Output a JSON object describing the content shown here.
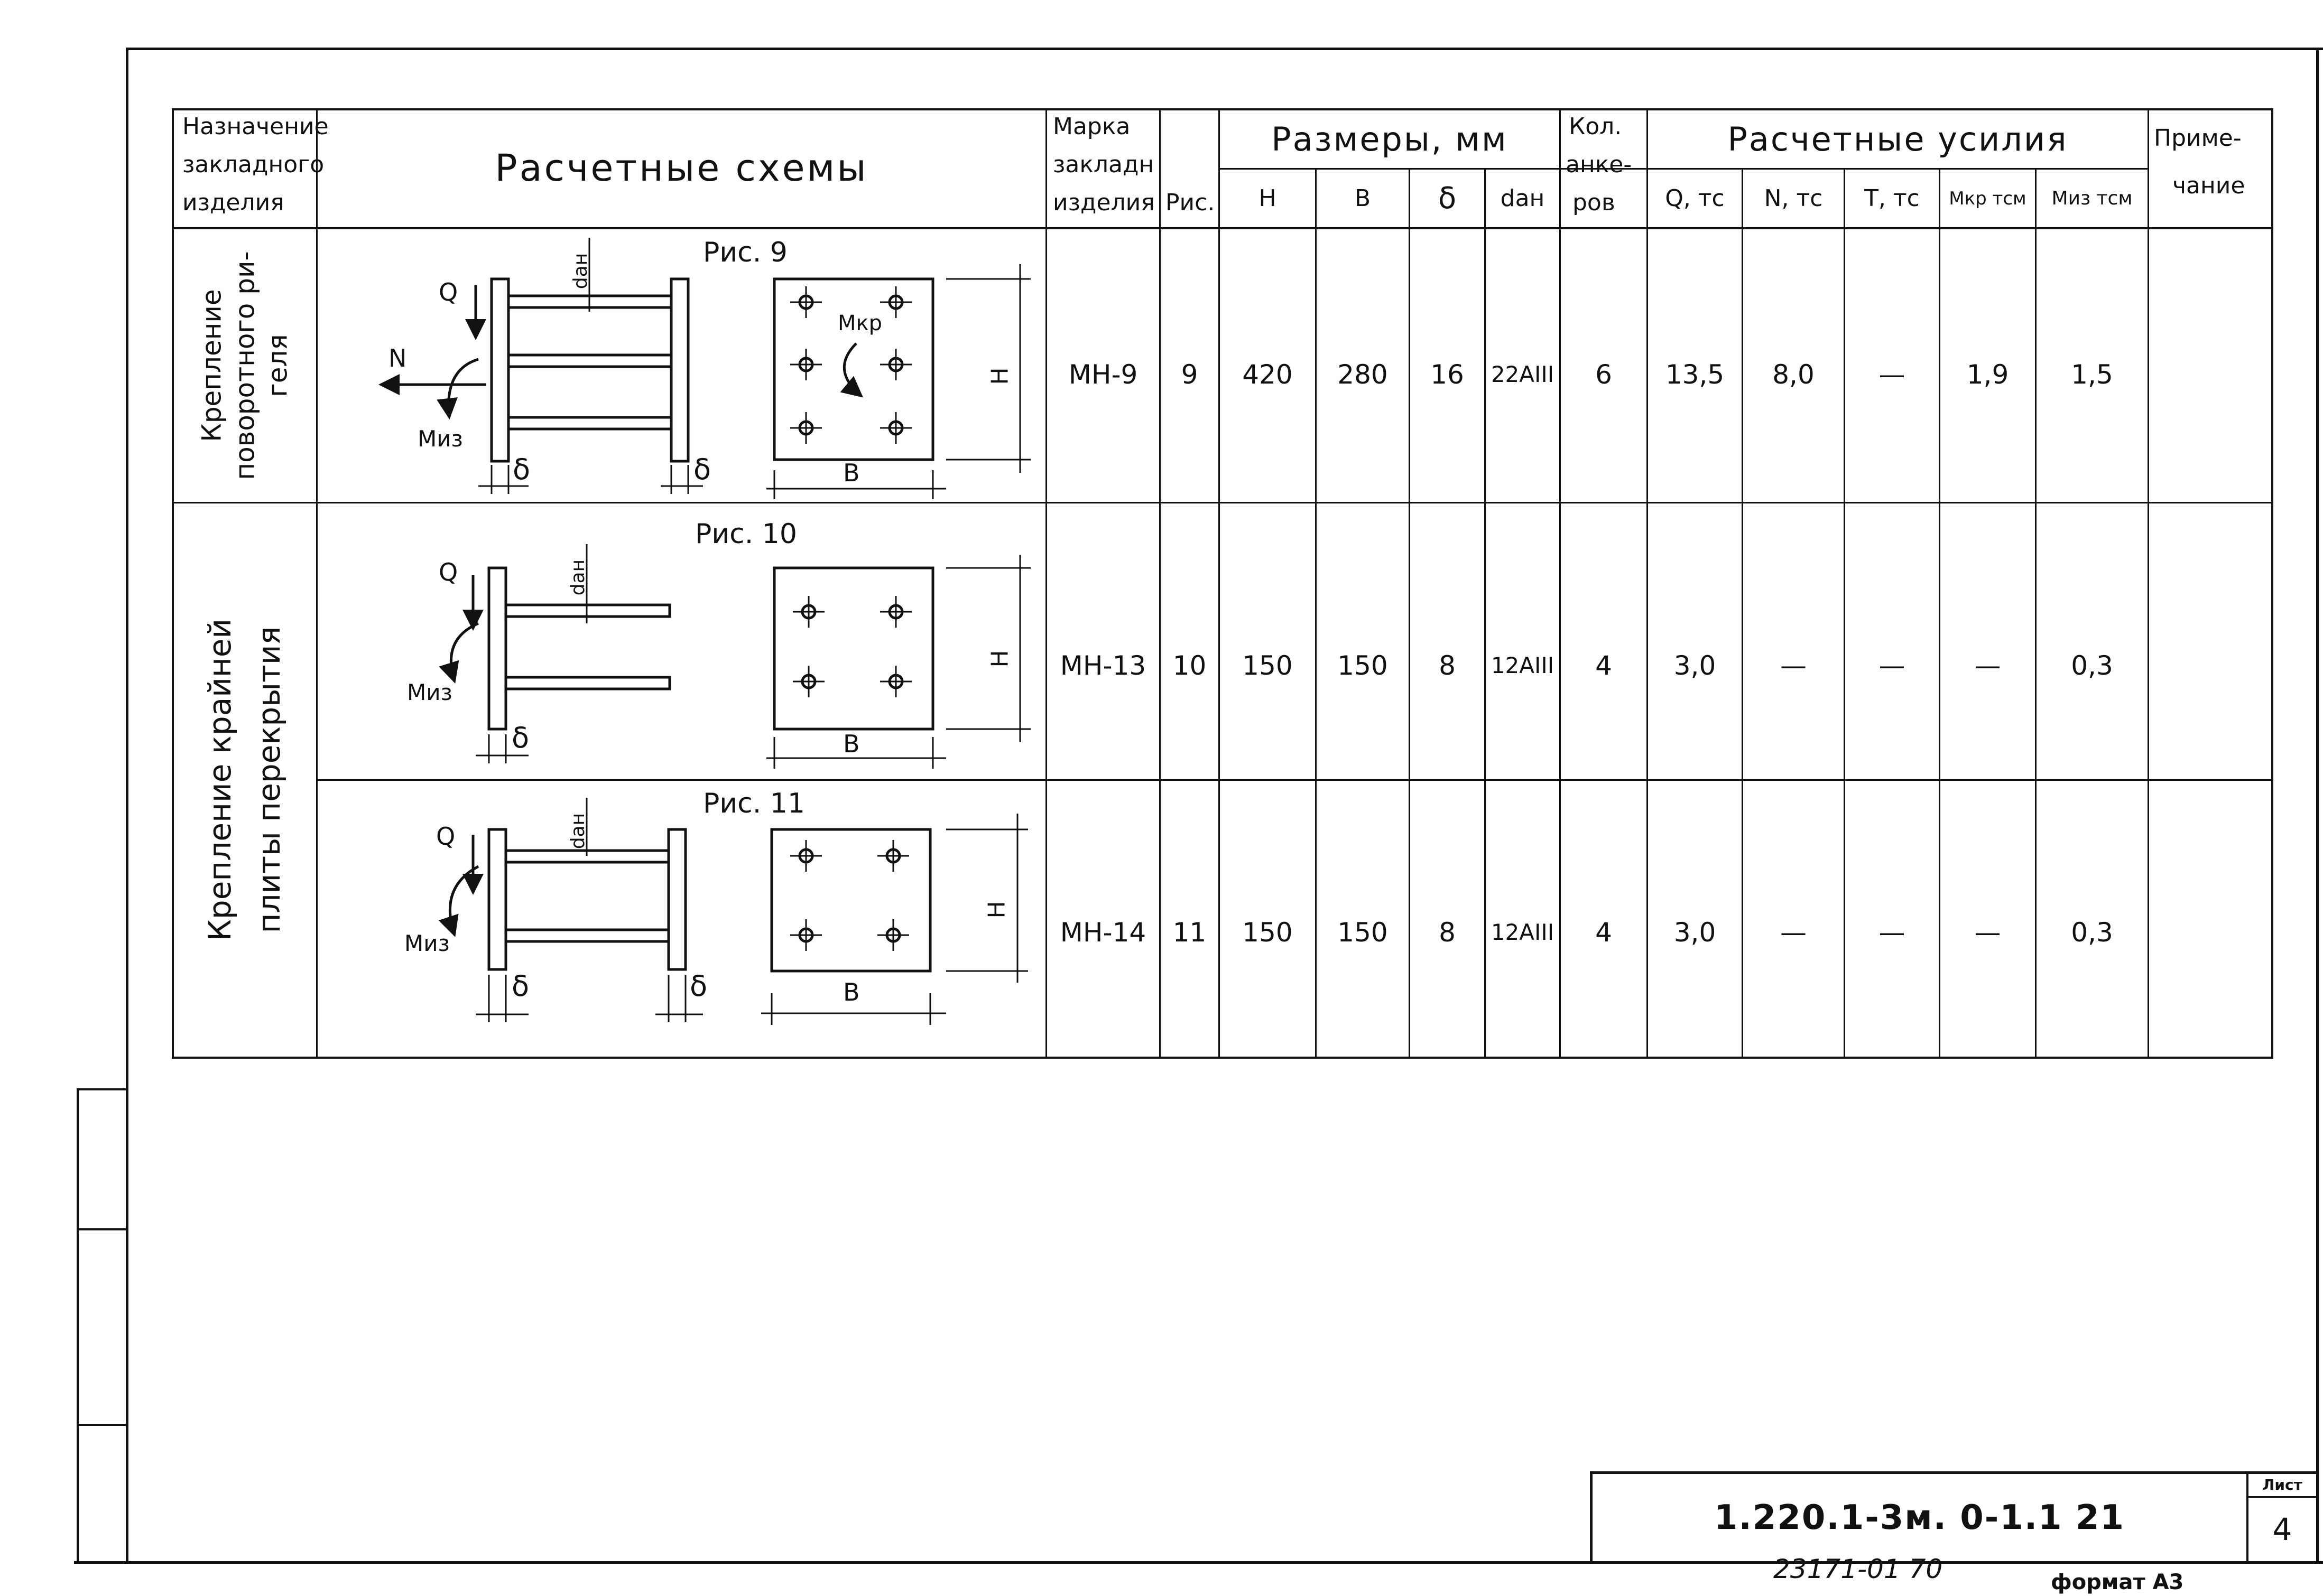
{
  "header": {
    "purpose": [
      "Назначение",
      "закладного",
      "изделия"
    ],
    "schemes": "Расчетные схемы",
    "mark": [
      "Марка",
      "закладн",
      "изделия"
    ],
    "fig": "Рис.",
    "dims_title": "Размеры, мм",
    "dims": [
      "H",
      "B",
      "δ",
      "dан"
    ],
    "anchors": [
      "Кол.",
      "анке-",
      "ров"
    ],
    "forces_title": "Расчетные усилия",
    "forces": [
      "Q, тс",
      "N, тс",
      "T, тс",
      "Мкр тсм",
      "Миз тсм"
    ],
    "note": [
      "Приме-",
      "чание"
    ]
  },
  "groups": [
    {
      "purpose_lines": [
        "Крепление",
        "поворотного ри-",
        "геля"
      ]
    },
    {
      "purpose_lines": [
        "Крепление крайней",
        "плиты перекрытия"
      ]
    }
  ],
  "rows": [
    {
      "fig_title": "Рис. 9",
      "mark": "МН-9",
      "fig": "9",
      "H": "420",
      "B": "280",
      "delta": "16",
      "d": "22АIII",
      "anchors": "6",
      "Q": "13,5",
      "N": "8,0",
      "T": "—",
      "Mkr": "1,9",
      "Miz": "1,5",
      "note": ""
    },
    {
      "fig_title": "Рис. 10",
      "mark": "МН-13",
      "fig": "10",
      "H": "150",
      "B": "150",
      "delta": "8",
      "d": "12АIII",
      "anchors": "4",
      "Q": "3,0",
      "N": "—",
      "T": "—",
      "Mkr": "—",
      "Miz": "0,3",
      "note": ""
    },
    {
      "fig_title": "Рис. 11",
      "mark": "МН-14",
      "fig": "11",
      "H": "150",
      "B": "150",
      "delta": "8",
      "d": "12АIII",
      "anchors": "4",
      "Q": "3,0",
      "N": "—",
      "T": "—",
      "Mkr": "—",
      "Miz": "0,3",
      "note": ""
    }
  ],
  "diagram_labels": {
    "Q": "Q",
    "N": "N",
    "Miz": "Миз",
    "Mkr": "Мкр",
    "delta": "δ",
    "B": "B",
    "H": "H",
    "d": "dан"
  },
  "stamp": {
    "doc_number": "1.220.1-3м. 0-1.1 21",
    "sheet_label": "Лист",
    "sheet_number": "4",
    "inventory": "23171-01 70",
    "format": "формат А3"
  }
}
